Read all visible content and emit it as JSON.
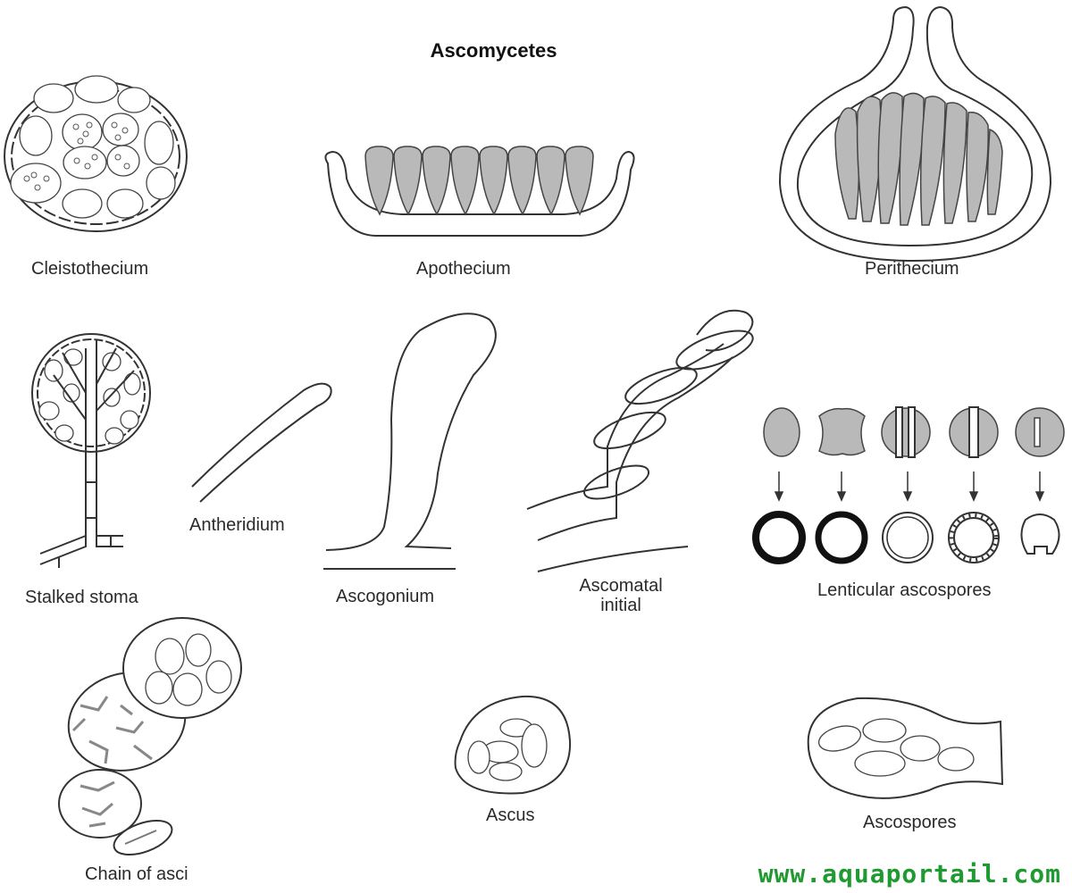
{
  "title": "Ascomycetes",
  "labels": {
    "cleistothecium": "Cleistothecium",
    "apothecium": "Apothecium",
    "perithecium": "Perithecium",
    "stalked_stoma": "Stalked stoma",
    "antheridium": "Antheridium",
    "ascogonium": "Ascogonium",
    "ascomatal_initial_line1": "Ascomatal",
    "ascomatal_initial_line2": "initial",
    "lenticular_ascospores": "Lenticular ascospores",
    "chain_of_asci": "Chain of asci",
    "ascus": "Ascus",
    "ascospores": "Ascospores"
  },
  "watermark": "www.aquaportail.com",
  "colors": {
    "outline": "#333333",
    "fill_gray": "#b9b9b9",
    "watermark": "#1e9a30"
  }
}
